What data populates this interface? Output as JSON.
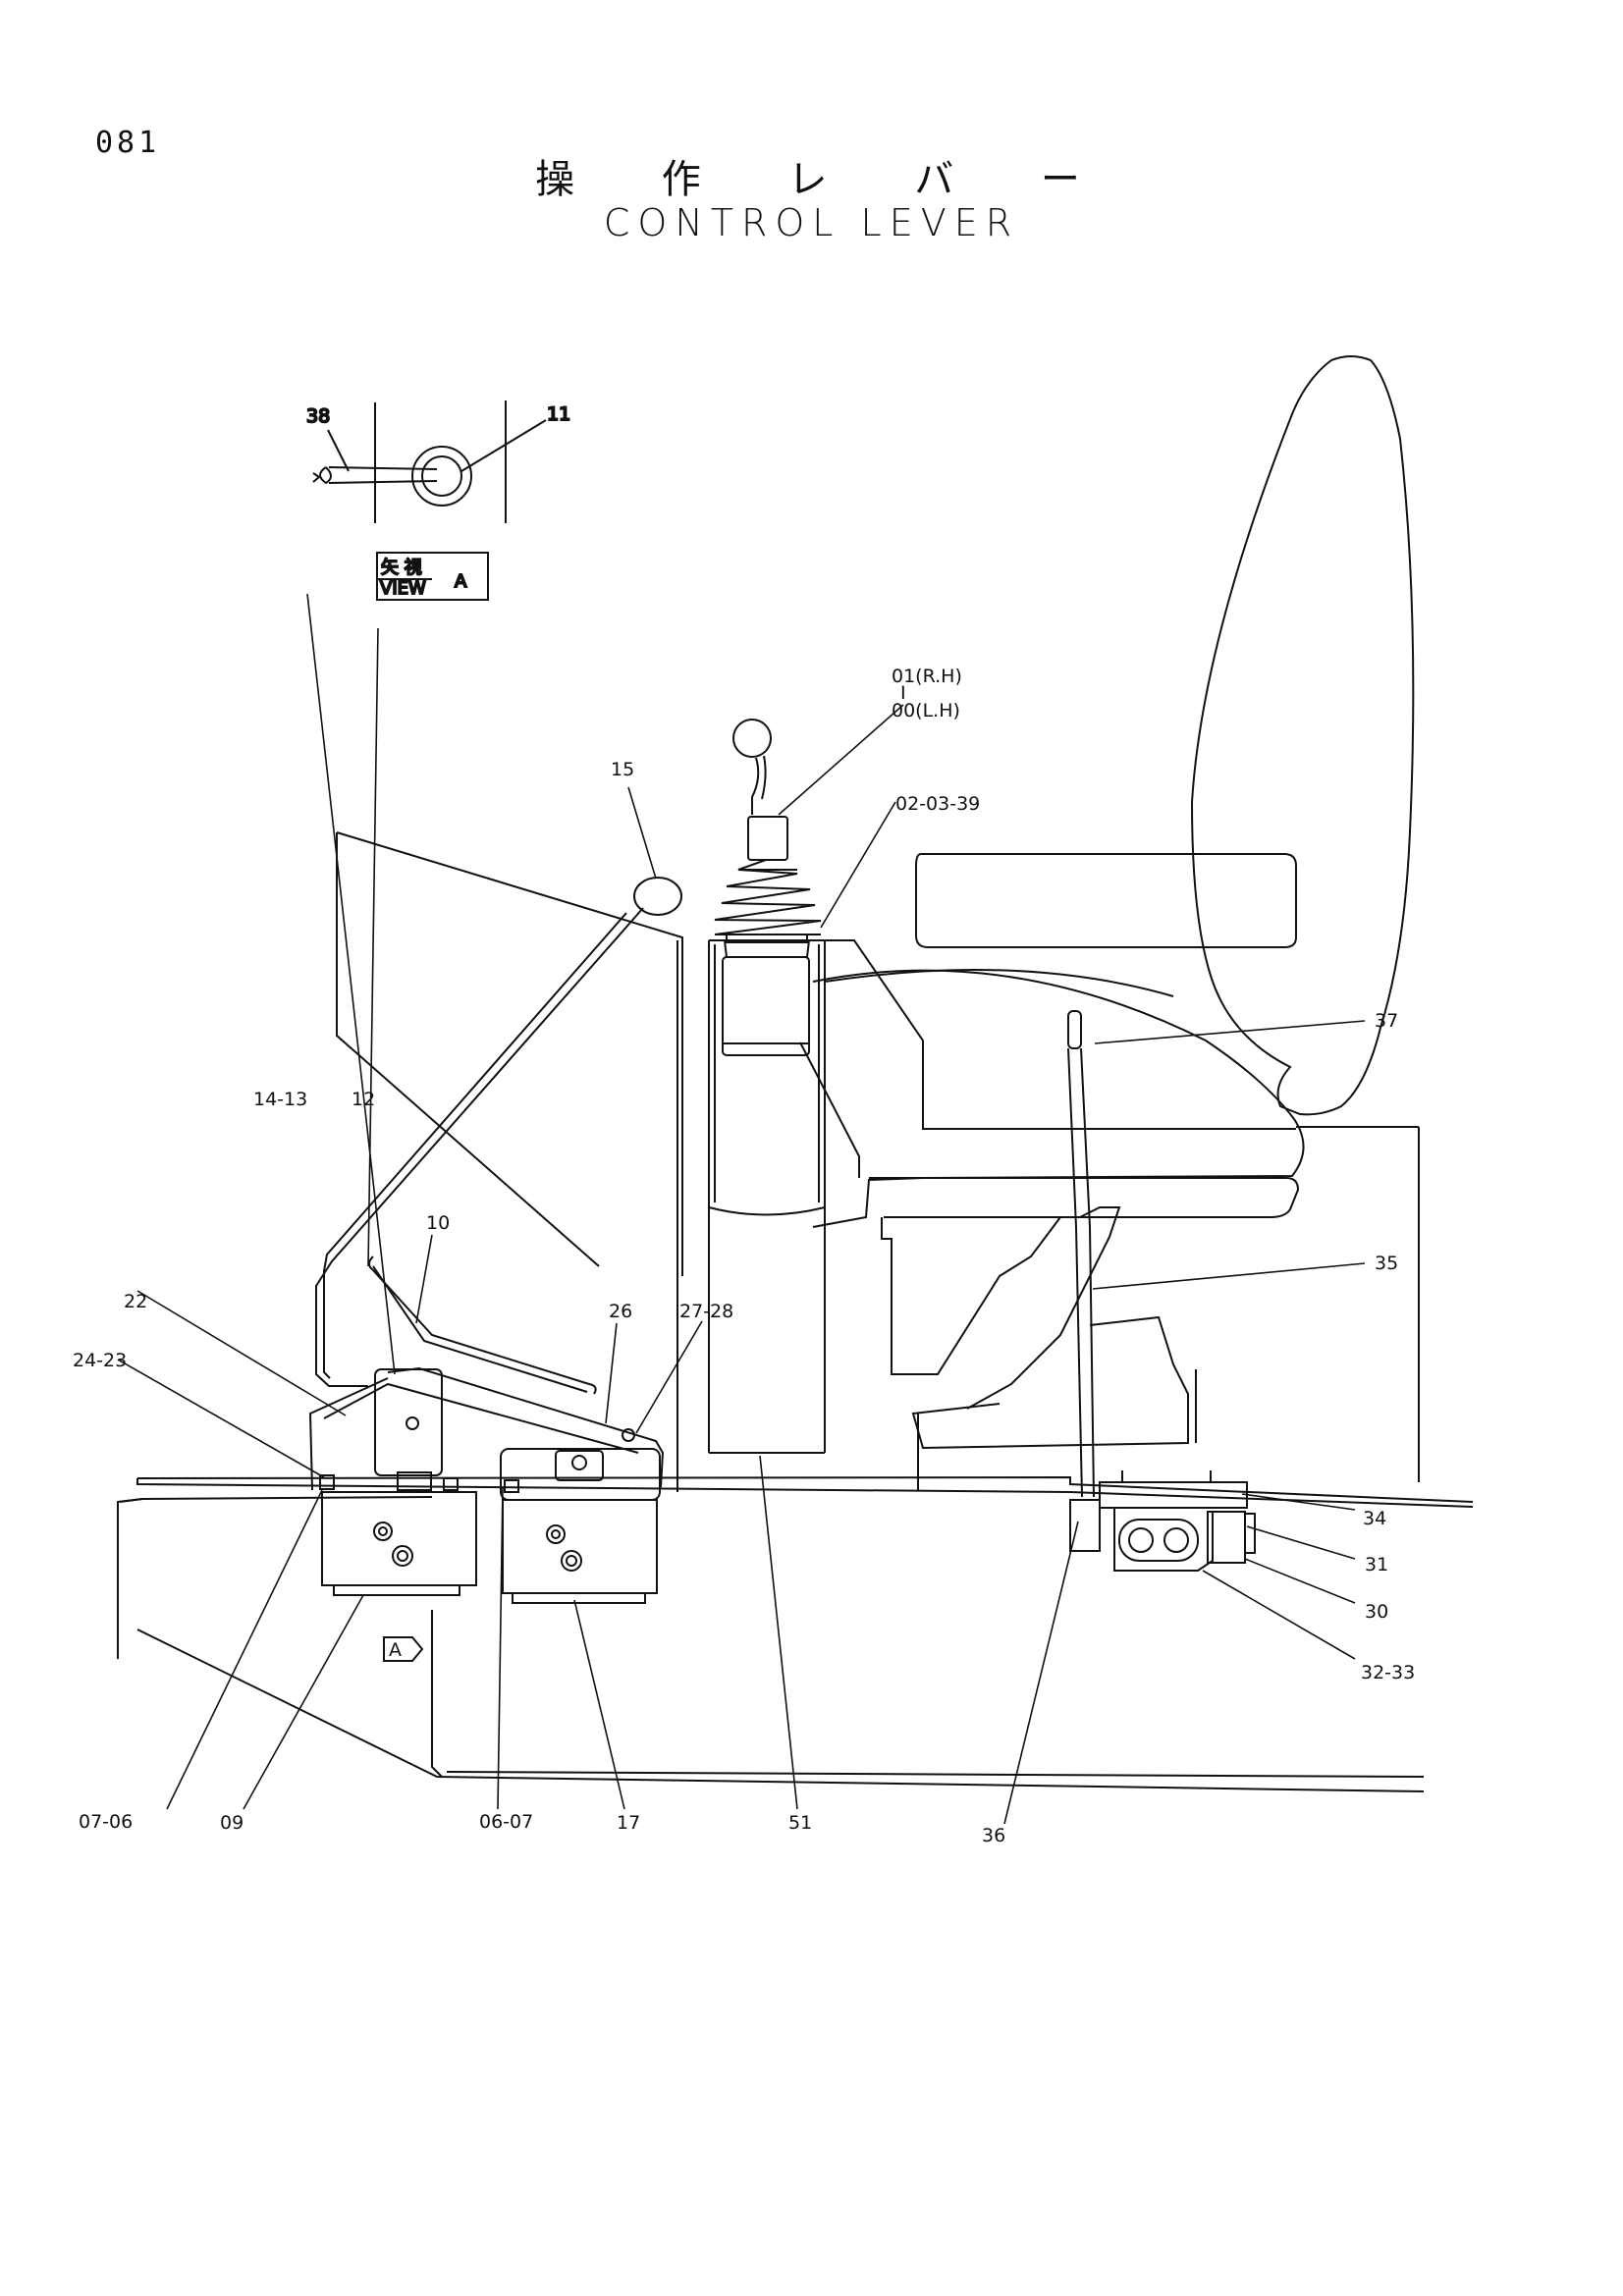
{
  "header": {
    "page_number": "081",
    "title_jp": "操 作 レ バ ー",
    "title_en": "CONTROL LEVER"
  },
  "view_a": {
    "label_jp": "矢 視",
    "label_en": "VIEW",
    "letter": "A",
    "callouts": [
      "38",
      "11"
    ]
  },
  "callouts": {
    "c01": "01(R.H)",
    "c01_sep": "I",
    "c00": "00(L.H)",
    "c15": "15",
    "c02": "02-03-39",
    "c37": "37",
    "c14": "14-13",
    "c12": "12",
    "c10": "10",
    "c35": "35",
    "c22": "22",
    "c26": "26",
    "c27": "27-28",
    "c24": "24-23",
    "c34": "34",
    "c31": "31",
    "c30": "30",
    "c32": "32-33",
    "c07": "07-06",
    "c09": "09",
    "c06": "06-07",
    "c17": "17",
    "c51": "51",
    "c36": "36",
    "arrow_a": "A"
  }
}
